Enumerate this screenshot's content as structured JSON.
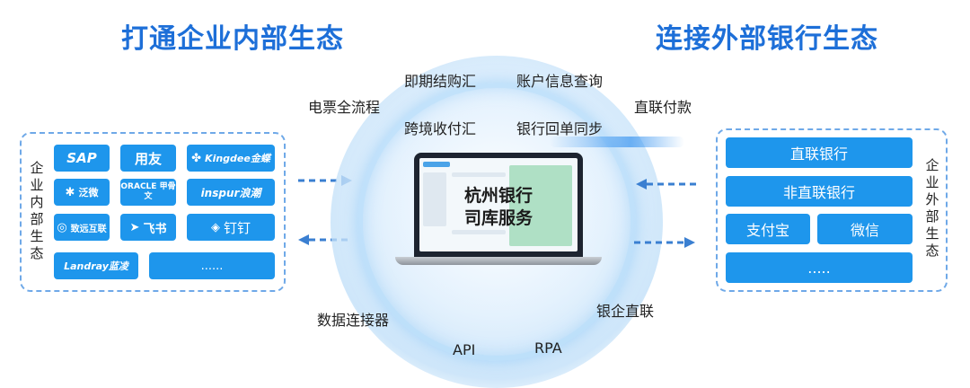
{
  "titles": {
    "left": "打通企业内部生态",
    "right": "连接外部银行生态"
  },
  "left_panel": {
    "label": [
      "企",
      "业",
      "内",
      "部",
      "生",
      "态"
    ],
    "tiles": [
      {
        "icon": "sap-logo",
        "text": "SAP"
      },
      {
        "icon": "yonyou-logo",
        "text": "用友"
      },
      {
        "icon": "kingdee-logo",
        "text": "Kingdee金蝶"
      },
      {
        "icon": "weaver-logo",
        "text": "泛微"
      },
      {
        "icon": "oracle-logo",
        "text": "ORACLE 甲骨文"
      },
      {
        "icon": "inspur-logo",
        "text": "inspur浪潮"
      },
      {
        "icon": "seeyon-logo",
        "text": "致远互联"
      },
      {
        "icon": "feishu-logo",
        "text": "飞书"
      },
      {
        "icon": "dingtalk-logo",
        "text": "钉钉"
      },
      {
        "icon": "landray-logo",
        "text": "Landray蓝凌"
      },
      {
        "icon": "",
        "text": "......"
      }
    ]
  },
  "right_panel": {
    "label": [
      "企",
      "业",
      "外",
      "部",
      "生",
      "态"
    ],
    "tiles": [
      "直联银行",
      "非直联银行",
      "支付宝",
      "微信",
      "....."
    ]
  },
  "center": {
    "laptop_title_line1": "杭州银行",
    "laptop_title_line2": "司库服务",
    "labels": {
      "e_bill": "电票全流程",
      "forward_fx": "即期结购汇",
      "account_query": "账户信息查询",
      "direct_payment": "直联付款",
      "cross_border": "跨境收付汇",
      "receipt_sync": "银行回单同步",
      "data_connector": "数据连接器",
      "bank_enterprise": "银企直联",
      "api": "API",
      "rpa": "RPA"
    }
  },
  "colors": {
    "title": "#1d6fd8",
    "tile": "#1e96ec",
    "dash": "#6fa9e8",
    "arrow": "#3a7fd1"
  }
}
